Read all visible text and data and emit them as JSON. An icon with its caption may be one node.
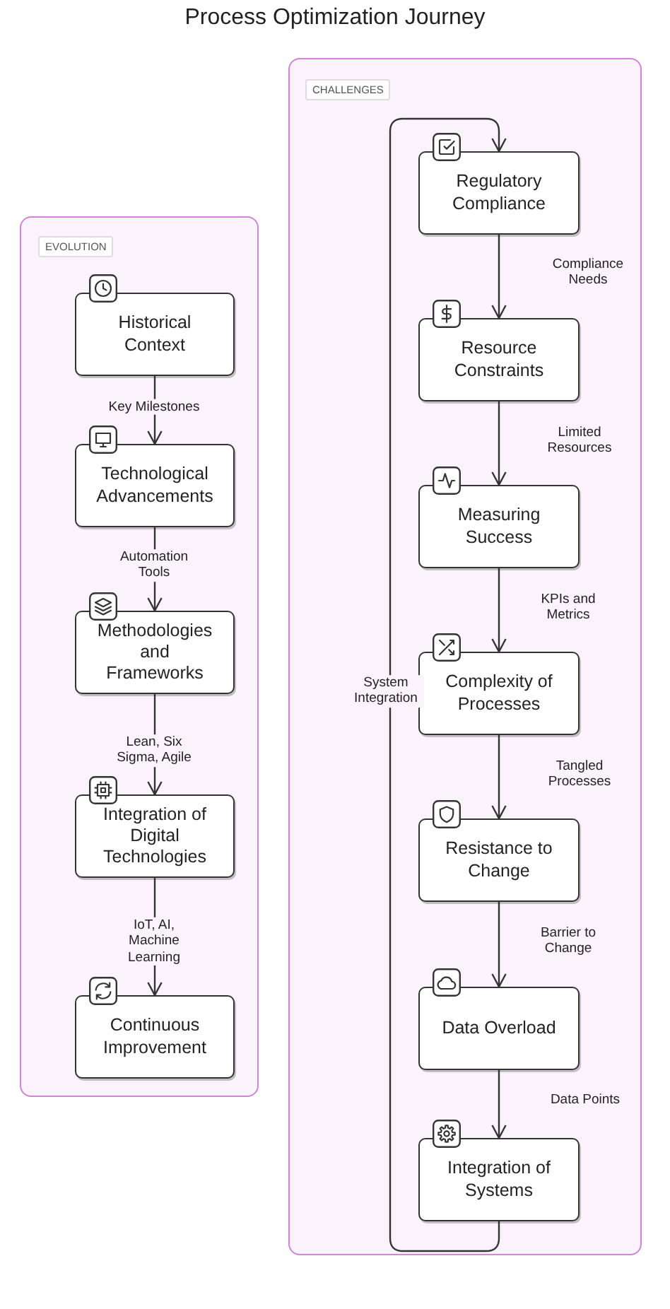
{
  "diagram": {
    "title": "Process Optimization Journey",
    "nodes": [
      {
        "text": [
          "EVOLUTION"
        ]
      },
      {
        "text": [
          "Historical Context"
        ],
        "in": 0
      },
      {
        "text": [
          "Technological Advancements"
        ],
        "in": 0
      },
      {
        "text": [
          "Methodologies and Frameworks"
        ],
        "in": 0
      },
      {
        "text": [
          "Integration of Digital Technologies"
        ],
        "in": 0
      },
      {
        "text": [
          "Continuous Improvement"
        ],
        "in": 0
      },
      {
        "text": [
          "CHALLENGES"
        ]
      },
      {
        "text": [
          "Regulatory Compliance"
        ],
        "in": 6
      },
      {
        "text": [
          "Resource Constraints"
        ],
        "in": 6
      },
      {
        "text": [
          "Measuring Success"
        ],
        "in": 6
      },
      {
        "text": [
          "Complexity of Processes"
        ],
        "in": 6
      },
      {
        "text": [
          "Resistance to Change"
        ],
        "in": 6
      },
      {
        "text": [
          "Data Overload"
        ],
        "in": 6
      },
      {
        "text": [
          "Integration of Systems"
        ],
        "in": 6
      }
    ],
    "edges": [
      {
        "from": 1,
        "to": 2,
        "arrow": "to",
        "label": "Key Milestones"
      },
      {
        "from": 2,
        "to": 3,
        "arrow": "to",
        "label": "Automation Tools"
      },
      {
        "from": 3,
        "to": 4,
        "arrow": "to",
        "label": "Lean, Six Sigma, Agile"
      },
      {
        "from": 4,
        "to": 5,
        "arrow": "to",
        "label": "IoT, AI, Machine Learning"
      },
      {
        "from": 7,
        "to": 8,
        "arrow": "to",
        "label": "Compliance Needs"
      },
      {
        "from": 8,
        "to": 9,
        "arrow": "to",
        "label": "Limited Resources"
      },
      {
        "from": 9,
        "to": 10,
        "arrow": "to",
        "label": "KPIs and Metrics"
      },
      {
        "from": 10,
        "to": 11,
        "arrow": "to",
        "label": "Tangled Processes"
      },
      {
        "from": 11,
        "to": 12,
        "arrow": "to",
        "label": "Barrier to Change"
      },
      {
        "from": 12,
        "to": 13,
        "arrow": "to",
        "label": "Data Points"
      },
      {
        "from": 13,
        "to": 7,
        "arrow": "to",
        "label": "System Integration"
      }
    ]
  }
}
